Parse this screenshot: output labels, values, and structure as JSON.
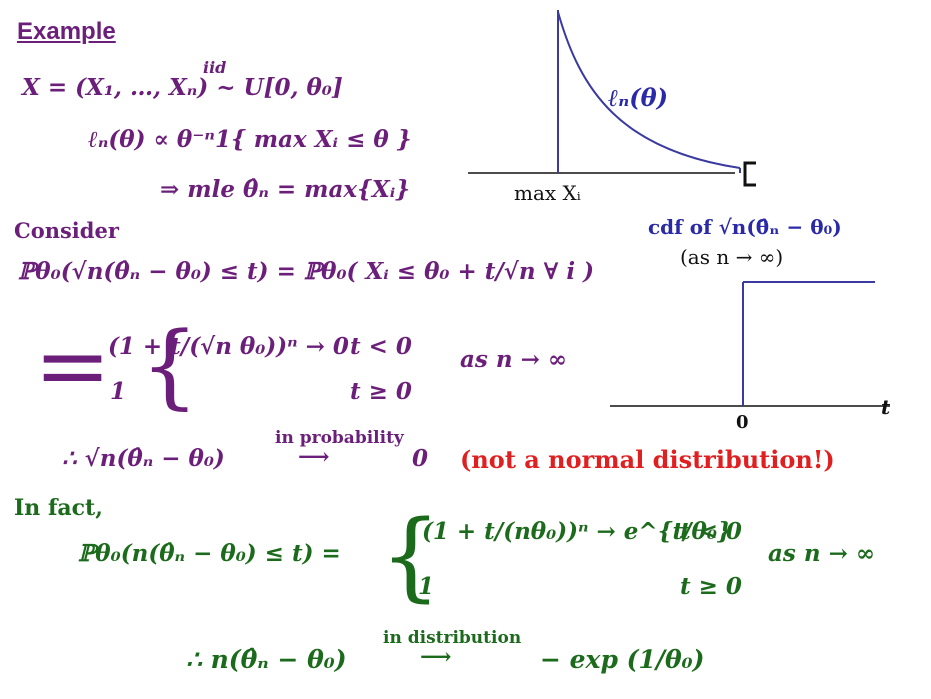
{
  "title": "Example",
  "line1": "X = (X₁, …, Xₙ) ~ U[0, θ₀]",
  "iid": "iid",
  "line2": "ℓₙ(θ) ∝ θ⁻ⁿ1{ max Xᵢ ≤ θ }",
  "line3": "⇒  mle θ̂ₙ = max{Xᵢ}",
  "consider": "Consider",
  "line4": "ℙθ₀(√n(θ̂ₙ − θ₀) ≤ t) = ℙθ₀( Xᵢ ≤ θ₀ + t/√n ∀ i )",
  "case1": "(1 + t/(√n θ₀))ⁿ → 0",
  "case1_cond": "t < 0",
  "case2": "1",
  "case2_cond": "t ≥ 0",
  "as_n1": "as n → ∞",
  "conclusion1": "∴  √n(θ̂ₙ − θ₀)",
  "in_probability": "in probability",
  "zero": "0",
  "not_normal": "(not a normal distribution!)",
  "in_fact": "In fact,",
  "line5_lhs": "ℙθ₀(n(θ̂ₙ − θ₀) ≤ t) =",
  "case3": "(1 + t/(nθ₀))ⁿ → e^{t/θ₀}",
  "case3_cond": "t < 0",
  "case4": "1",
  "case4_cond": "t ≥ 0",
  "as_n2": "as n → ∞",
  "conclusion2": "∴  n(θ̂ₙ − θ₀)",
  "in_distribution": "in distribution",
  "exp_result": "− exp (1/θ₀)",
  "plot1": {
    "curve_label": "ℓₙ(θ)",
    "x_label": "max Xᵢ",
    "color": "#3a3aa0"
  },
  "plot2": {
    "title": "cdf of √n(θ̂ₙ − θ₀)",
    "subtitle": "(as n → ∞)",
    "x_tick": "0",
    "x_axis": "t",
    "color": "#3a3aa0"
  }
}
